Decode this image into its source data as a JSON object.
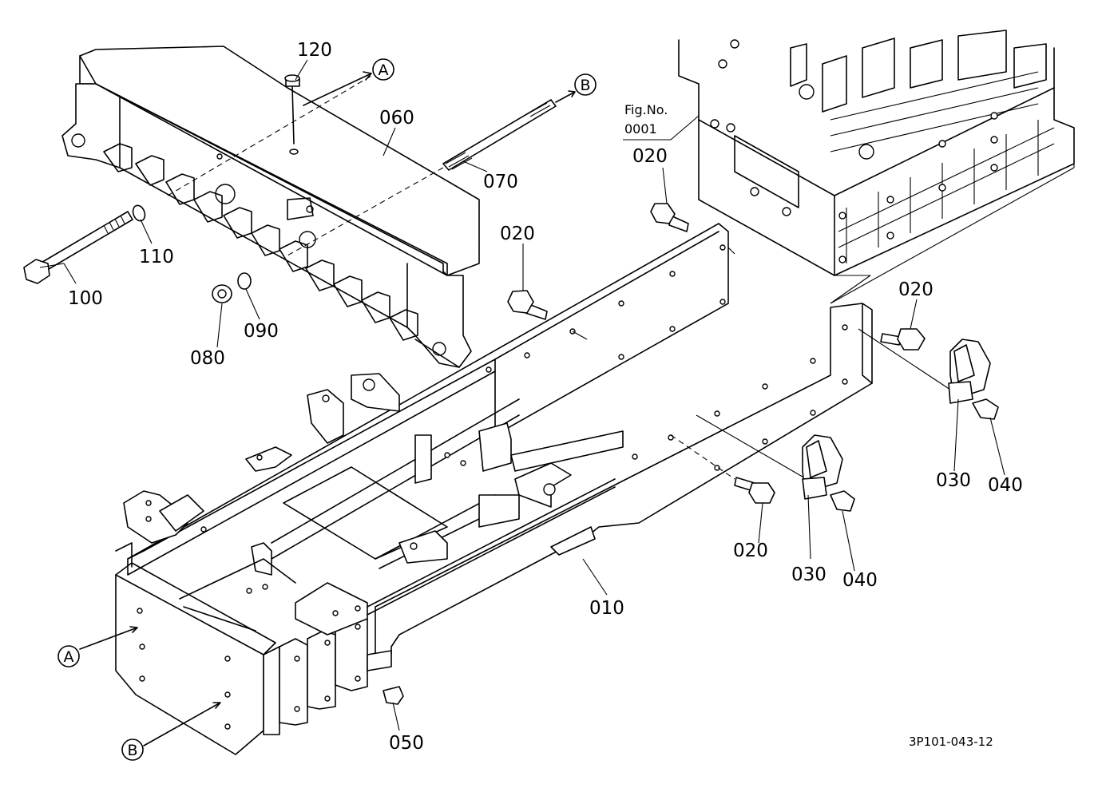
{
  "callouts": {
    "p010": "010",
    "p020_a": "020",
    "p020_b": "020",
    "p020_c": "020",
    "p020_d": "020",
    "p030_a": "030",
    "p030_b": "030",
    "p040_a": "040",
    "p040_b": "040",
    "p050": "050",
    "p060": "060",
    "p070": "070",
    "p080": "080",
    "p090": "090",
    "p100": "100",
    "p110": "110",
    "p120": "120"
  },
  "reference_markers": {
    "a_top": "A",
    "b_top": "B",
    "a_bottom": "A",
    "b_bottom": "B"
  },
  "figure_reference": {
    "line1": "Fig.No.",
    "line2": "0001"
  },
  "drawing_code": "3P101-043-12"
}
